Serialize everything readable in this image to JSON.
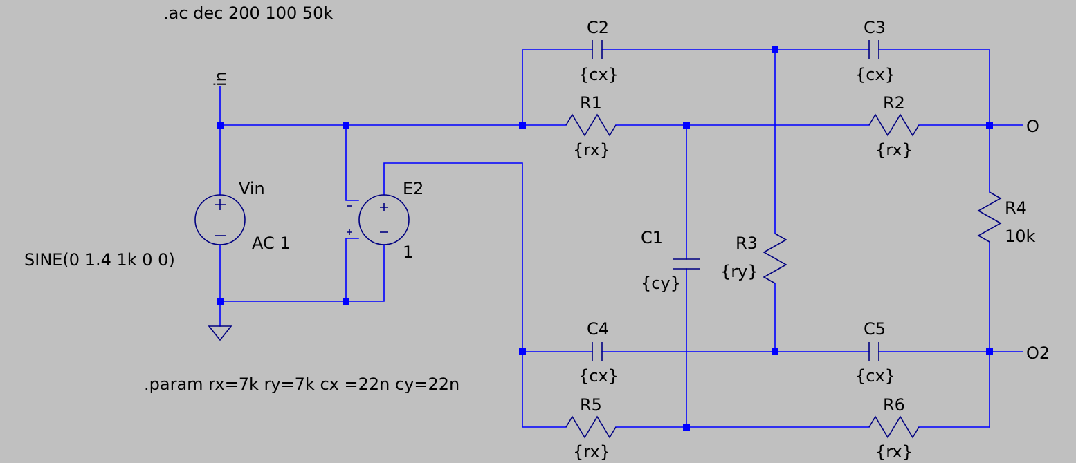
{
  "directives": {
    "ac": ".ac dec 200 100 50k",
    "param": ".param rx=7k ry=7k cx =22n cy=22n"
  },
  "nets": {
    "in": "in",
    "out": "O",
    "out2": "O2"
  },
  "components": {
    "c1": {
      "name": "C1",
      "value": "{cy}"
    },
    "c2": {
      "name": "C2",
      "value": "{cx}"
    },
    "c3": {
      "name": "C3",
      "value": "{cx}"
    },
    "c4": {
      "name": "C4",
      "value": "{cx}"
    },
    "c5": {
      "name": "C5",
      "value": "{cx}"
    },
    "r1": {
      "name": "R1",
      "value": "{rx}"
    },
    "r2": {
      "name": "R2",
      "value": "{rx}"
    },
    "r3": {
      "name": "R3",
      "value": "{ry}"
    },
    "r4": {
      "name": "R4",
      "value": "10k"
    },
    "r5": {
      "name": "R5",
      "value": "{rx}"
    },
    "r6": {
      "name": "R6",
      "value": "{rx}"
    },
    "vin": {
      "name": "Vin",
      "ac": "AC 1",
      "source": "SINE(0 1.4 1k 0 0)"
    },
    "e2": {
      "name": "E2",
      "gain": "1"
    }
  },
  "colors": {
    "background": "#c0c0c0",
    "wire": "#0000ff",
    "symbol": "#000080",
    "text": "#000000"
  }
}
